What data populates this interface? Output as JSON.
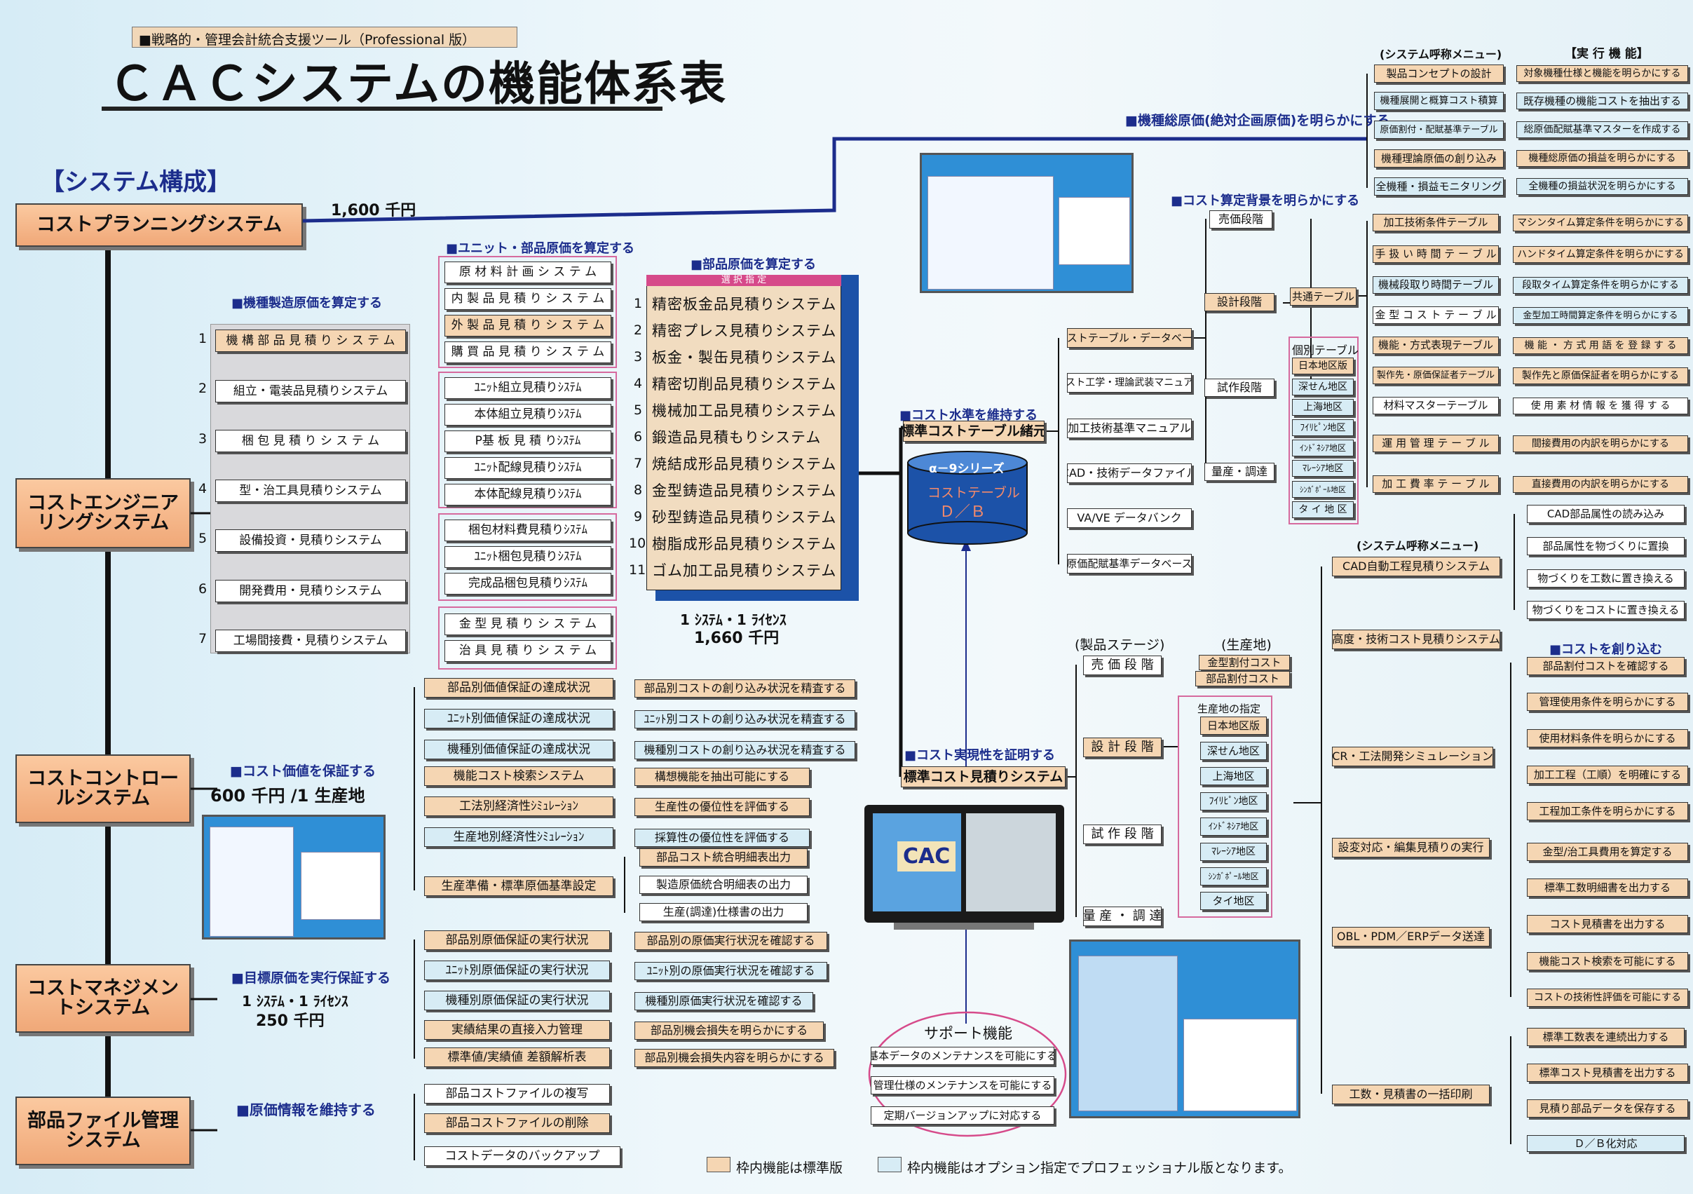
{
  "header": {
    "subtitle": "■戦略的・管理会計統合支援ツール（Professional 版）",
    "title": "ＣＡＣシステムの機能体系表",
    "section": "【システム構成】"
  },
  "systems": {
    "cps": "コストプランニングシステム",
    "ces": "コストエンジニアリングシステム",
    "ccs": "コストコントロールシステム",
    "cms": "コストマネジメントシステム",
    "pfs": "部品ファイル管理システム"
  },
  "prices": {
    "cps": "1,600 千円",
    "ccs": "600 千円 /1 生産地",
    "cms1": "1 ｼｽﾃﾑ・1 ﾗｲｾﾝｽ",
    "cms2": "250 千円",
    "parts1": "1 ｼｽﾃﾑ・1 ﾗｲｾﾝｽ",
    "parts2": "1,660 千円"
  },
  "labels": {
    "machine": "■機種製造原価を算定する",
    "unit": "■ユニット・部品原価を算定する",
    "parts": "■部品原価を算定する",
    "guarantee": "■コスト価値を保証する",
    "target": "■目標原価を実行保証する",
    "info": "■原価情報を維持する",
    "total": "■機種総原価(絶対企画原価)を明らかにする",
    "background": "■コスト算定背景を明らかにする",
    "level": "■コスト水準を維持する",
    "proof": "■コスト実現性を証明する",
    "create": "■コストを創り込む",
    "menu1": "(システム呼称メニュー)",
    "func1": "【実 行 機 能】",
    "menu2": "(システム呼称メニュー)",
    "selected": "選 択 指 定",
    "stage": "(製品ステージ)",
    "site": "(生産地)",
    "support": "サポート機能",
    "cac": "CAC",
    "db1": "α－9シリーズ",
    "db2": "コストテーブル",
    "db3": "Ｄ／Ｂ"
  },
  "machine_items": [
    {
      "n": "1",
      "label": "機 構 部 品 見 積 り シ ス テ ム"
    },
    {
      "n": "2",
      "label": "組立・電装品見積りシステム"
    },
    {
      "n": "3",
      "label": "梱 包 見 積 り シ ス テ ム"
    },
    {
      "n": "4",
      "label": "型・治工具見積りシステム"
    },
    {
      "n": "5",
      "label": "設備投資・見積りシステム"
    },
    {
      "n": "6",
      "label": "開発費用・見積りシステム"
    },
    {
      "n": "7",
      "label": "工場間接費・見積りシステム"
    }
  ],
  "unit_items": [
    "原 材 料 計 画 シ ス テ ム",
    "内 製 品 見 積 り シ ス テ ム",
    "外 製 品 見 積 り シ ス テ ム",
    "購 買 品 見 積 り シ ス テ ム",
    "ﾕﾆｯﾄ組立見積りｼｽﾃﾑ",
    "本体組立見積りｼｽﾃﾑ",
    "P基 板 見 積 りｼｽﾃﾑ",
    "ﾕﾆｯﾄ配線見積りｼｽﾃﾑ",
    "本体配線見積りｼｽﾃﾑ",
    "梱包材料費見積りｼｽﾃﾑ",
    "ﾕﾆｯﾄ梱包見積りｼｽﾃﾑ",
    "完成品梱包見積りｼｽﾃﾑ",
    "金 型 見 積 り シ ス テ ム",
    "治 具 見 積 り シ ス テ ム"
  ],
  "parts_items": [
    {
      "n": "1",
      "label": "精密板金品見積りシステム"
    },
    {
      "n": "2",
      "label": "精密プレス見積りシステム"
    },
    {
      "n": "3",
      "label": "板金・製缶見積りシステム"
    },
    {
      "n": "4",
      "label": "精密切削品見積りシステム"
    },
    {
      "n": "5",
      "label": "機械加工品見積りシステム"
    },
    {
      "n": "6",
      "label": "鍛造品見積もりシステム"
    },
    {
      "n": "7",
      "label": "焼結成形品見積りシステム"
    },
    {
      "n": "8",
      "label": "金型鋳造品見積りシステム"
    },
    {
      "n": "9",
      "label": "砂型鋳造品見積りシステム"
    },
    {
      "n": "10",
      "label": "樹脂成形品見積りシステム"
    },
    {
      "n": "11",
      "label": "ゴム加工品見積りシステム"
    }
  ],
  "ccs_items": [
    {
      "a": "部品別価値保証の達成状況",
      "b": "部品別コストの創り込み状況を精査する"
    },
    {
      "a": "ﾕﾆｯﾄ別価値保証の達成状況",
      "b": "ﾕﾆｯﾄ別コストの創り込み状況を精査する"
    },
    {
      "a": "機種別価値保証の達成状況",
      "b": "機種別コストの創り込み状況を精査する"
    },
    {
      "a": "機能コスト検索システム",
      "b": "構想機能を抽出可能にする"
    },
    {
      "a": "工法別経済性ｼﾐｭﾚｰｼｮﾝ",
      "b": "生産性の優位性を評価する"
    },
    {
      "a": "生産地別経済性ｼﾐｭﾚｰｼｮﾝ",
      "b": "採算性の優位性を評価する"
    },
    {
      "a": "生産準備・標準原価基準設定",
      "b": ""
    }
  ],
  "ccs_sub": [
    "部品コスト統合明細表出力",
    "製造原価統合明細表の出力",
    "生産(調達)仕様書の出力"
  ],
  "cms_items": [
    {
      "a": "部品別原価保証の実行状況",
      "b": "部品別の原価実行状況を確認する"
    },
    {
      "a": "ﾕﾆｯﾄ別原価保証の実行状況",
      "b": "ﾕﾆｯﾄ別の原価実行状況を確認する"
    },
    {
      "a": "機種別原価保証の実行状況",
      "b": "機種別原価実行状況を確認する"
    },
    {
      "a": "実績結果の直接入力管理",
      "b": "部品別機会損失を明らかにする"
    },
    {
      "a": "標準値/実績値 差額解析表",
      "b": "部品別機会損失内容を明らかにする"
    }
  ],
  "pfs_items": [
    "部品コストファイルの複写",
    "部品コストファイルの削除",
    "コストデータのバックアップ"
  ],
  "top_menu": [
    {
      "a": "製品コンセプトの設計",
      "b": "対象機種仕様と機能を明らかにする"
    },
    {
      "a": "機種展開と概算コスト積算",
      "b": "既存機種の機能コストを抽出する"
    },
    {
      "a": "原価割付・配賦基準テーブル",
      "b": "総原価配賦基準マスターを作成する"
    },
    {
      "a": "機種理論原価の創り込み",
      "b": "機種総原価の損益を明らかにする"
    },
    {
      "a": "全機種・損益モニタリング",
      "b": "全機種の損益状況を明らかにする"
    }
  ],
  "table_mid": [
    "コストテーブル・データベース",
    "コスト工学・理論武装マニュアル",
    "加工技術基準マニュアル",
    "CAD・技術データファイル",
    "VA/VE データバンク",
    "原価配賦基準データベース"
  ],
  "std_table": "標準コストテーブル緒元",
  "stages": [
    "売価段階",
    "設計段階",
    "試作段階",
    "量産・調達"
  ],
  "common_table": "共通テーブル",
  "indiv_table": "個別テーブル",
  "regions": [
    "日本地区版",
    "深せん地区",
    "上海地区",
    "ﾌｲﾘﾋﾟﾝ地区",
    "ｲﾝﾄﾞﾈｼｱ地区",
    "ﾏﾚｰｼｱ地区",
    "ｼﾝｶﾞﾎﾟｰﾙ地区",
    "タ イ 地 区"
  ],
  "common_items": [
    {
      "a": "加工技術条件テーブル",
      "b": "マシンタイム算定条件を明らかにする"
    },
    {
      "a": "手 扱 い 時 間 テ ー ブ ル",
      "b": "ハンドタイム算定条件を明らかにする"
    },
    {
      "a": "機械段取り時間テーブル",
      "b": "段取タイム算定条件を明らかにする"
    },
    {
      "a": "金 型 コ ス ト テ ー ブ ル",
      "b": "金型加工時間算定条件を明らかにする"
    },
    {
      "a": "機能・方式表現テーブル",
      "b": "機 能 ・ 方 式 用 語 を 登 録 す る"
    },
    {
      "a": "製作先・原価保証者テーブル",
      "b": "製作先と原価保証者を明らかにする"
    },
    {
      "a": "材料マスターテーブル",
      "b": "使 用 素 材 情 報 を 獲 得 す る"
    },
    {
      "a": "運 用 管 理 テ ー ブ ル",
      "b": "間接費用の内訳を明らかにする"
    },
    {
      "a": "加 工 費 率 テ ー ブ ル",
      "b": "直接費用の内訳を明らかにする"
    }
  ],
  "std_est": "標準コスト見積りシステム",
  "stage2": [
    "売 価 段 階",
    "設 計 段 階",
    "試 作 段 階",
    "量 産 ・ 調 達"
  ],
  "site_top": [
    "金型割付コスト",
    "部品割付コスト"
  ],
  "site_spec": "生産地の指定",
  "site_regions": [
    "日本地区版",
    "深せん地区",
    "上海地区",
    "ﾌｲﾘﾋﾟﾝ地区",
    "ｲﾝﾄﾞﾈｼｱ地区",
    "ﾏﾚｰｼｱ地区",
    "ｼﾝｶﾞﾎﾟｰﾙ地区",
    "タイ地区"
  ],
  "right_menu": [
    "CAD自動工程見積りシステム",
    "高度・技術コスト見積りシステム",
    "CR・工法開発シミュレーション",
    "設変対応・編集見積りの実行",
    "OBL・PDM／ERPデータ送達",
    "工数・見積書の一括印刷"
  ],
  "cad_funcs": [
    "CAD部品属性の読み込み",
    "部品属性を物づくりに置換",
    "物づくりを工数に置き換える",
    "物づくりをコストに置き換える"
  ],
  "create_funcs": [
    "部品割付コストを確認する",
    "管理使用条件を明らかにする",
    "使用材料条件を明らかにする",
    "加工工程（工順）を明確にする",
    "工程加工条件を明らかにする",
    "金型/治工具費用を算定する",
    "標準工数明細書を出力する",
    "コスト見積書を出力する",
    "機能コスト検索を可能にする",
    "コストの技術性評価を可能にする"
  ],
  "print_funcs": [
    "標準工数表を連続出力する",
    "標準コスト見積書を出力する",
    "見積り部品データを保存する",
    "Ｄ／Ｂ化対応"
  ],
  "support_items": [
    "基本データのメンテナンスを可能にする",
    "管理仕様のメンテナンスを可能にする",
    "定期バージョンアップに対応する"
  ],
  "legend": {
    "std": "枠内機能は標準版",
    "opt": "枠内機能はオプション指定でプロフェッショナル版となります。"
  },
  "colors": {
    "std": "#f5d6b3",
    "opt": "#d7ecf5",
    "accent": "#1c2d8c",
    "pink": "#d66a9e",
    "big": "#f4b185"
  }
}
